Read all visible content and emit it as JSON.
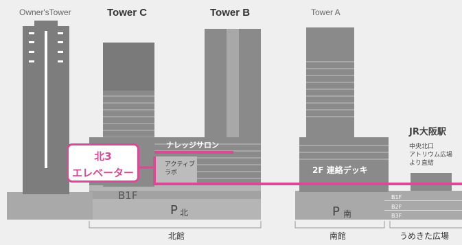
{
  "towers": {
    "owners": "Owner'sTower",
    "c": "Tower C",
    "b": "Tower B",
    "a": "Tower A"
  },
  "callout": {
    "line1": "北3",
    "line2": "エレベーター"
  },
  "labels": {
    "knowledge_salon": "ナレッジサロン",
    "active_lab_line1": "アクティブ",
    "active_lab_line2": "ラボ",
    "deck": "2F 連絡デッキ",
    "b1f": "B1F",
    "p_north_main": "P",
    "p_north_sub": "北",
    "p_south_main": "P",
    "p_south_sub": "南",
    "jr_osaka": "JR大阪駅",
    "jr_line1": "中央北口",
    "jr_line2": "アトリウム広場",
    "jr_line3": "より直結",
    "floors": [
      "B1F",
      "B2F",
      "B3F"
    ]
  },
  "sections": {
    "north": "北館",
    "south": "南館",
    "umekita": "うめきた広場"
  },
  "colors": {
    "accent": "#d84a94",
    "building": "#8a8a8a",
    "building_dark": "#6f6f6f",
    "building_light": "#b3b3b3"
  }
}
